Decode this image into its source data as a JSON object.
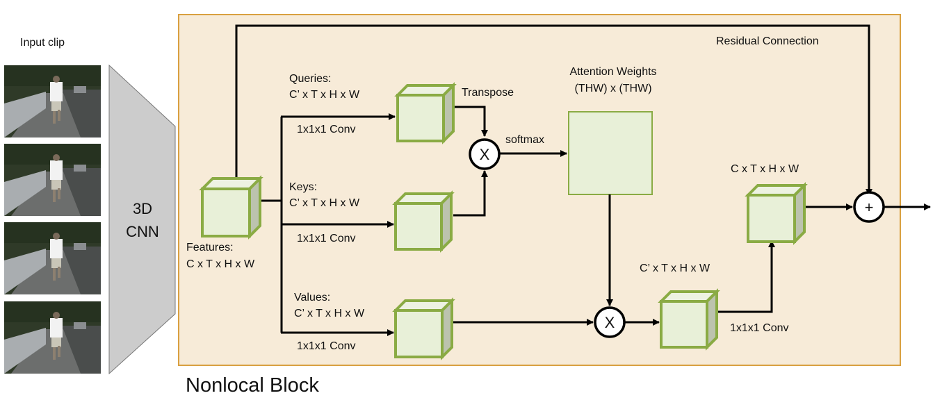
{
  "input": {
    "label": "Input clip",
    "frame_count": 4
  },
  "cnn": {
    "line1": "3D",
    "line2": "CNN"
  },
  "block": {
    "title": "Nonlocal Block",
    "residual_label": "Residual Connection"
  },
  "features": {
    "name": "Features:",
    "dims": "C x T x H x W"
  },
  "queries": {
    "name": "Queries:",
    "dims": "C’ x T x H x W",
    "op": "1x1x1 Conv"
  },
  "keys": {
    "name": "Keys:",
    "dims": "C’ x T x H x W",
    "op": "1x1x1 Conv"
  },
  "values": {
    "name": "Values:",
    "dims": "C’ x T x H x W",
    "op": "1x1x1 Conv"
  },
  "transpose_label": "Transpose",
  "softmax_label": "softmax",
  "attention": {
    "title": "Attention Weights",
    "dims": "(THW) x (THW)"
  },
  "weighted": {
    "dims": "C’ x T x H x W",
    "op": "1x1x1 Conv"
  },
  "output": {
    "dims": "C x T x H x W"
  },
  "ops": {
    "multiply": "X",
    "add": "+"
  },
  "colors": {
    "block_fill": "#f7ebd8",
    "block_border": "#d9a040",
    "cube_face": "#e8f0d8",
    "cube_top": "#edf2e2",
    "cube_side": "#bcc3ae",
    "cube_stroke": "#8aab44",
    "cnn_fill": "#cccccc",
    "cnn_stroke": "#777777"
  }
}
